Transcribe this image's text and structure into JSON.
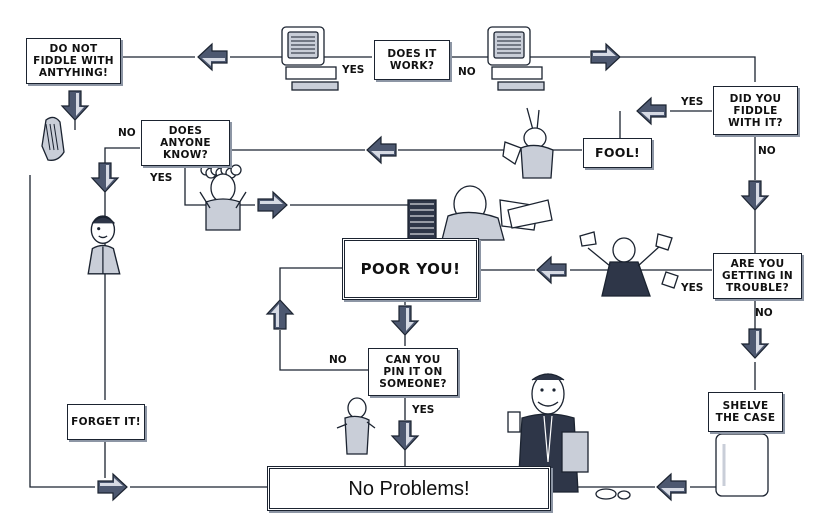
{
  "nodes": {
    "do_not_fiddle": "DO NOT\nFIDDLE WITH\nANTYHING!",
    "does_it_work": "DOES IT\nWORK?",
    "did_you_fiddle": "DID YOU\nFIDDLE\nWITH IT?",
    "fool": "FOOL!",
    "does_anyone_know": "DOES\nANYONE\nKNOW?",
    "poor_you": "POOR YOU!",
    "are_you_getting_in_trouble": "ARE YOU\nGETTING IN\nTROUBLE?",
    "can_you_pin_it": "CAN YOU\nPIN IT ON\nSOMEONE?",
    "forget_it": "FORGET IT!",
    "shelve_the_case": "SHELVE\nTHE CASE",
    "no_problems": "No Problems!"
  },
  "labels": {
    "works_yes": "YES",
    "works_no": "NO",
    "fiddle_yes": "YES",
    "fiddle_no": "NO",
    "anyone_no": "NO",
    "anyone_yes": "YES",
    "trouble_yes": "YES",
    "trouble_no": "NO",
    "pin_no": "NO",
    "pin_yes": "YES"
  },
  "colors": {
    "line": "#1b2330",
    "arrow_fill": "#4d5870",
    "arrow_light": "#d6dae4",
    "shadow": "#8d96a5"
  },
  "illustrations": [
    "computer-icon",
    "computer-icon",
    "rabbit-icon",
    "worried-person-icon",
    "person-icon",
    "papers-pile-icon",
    "panicking-person-icon",
    "person-icon",
    "smiling-man-icon",
    "jar-icon"
  ]
}
